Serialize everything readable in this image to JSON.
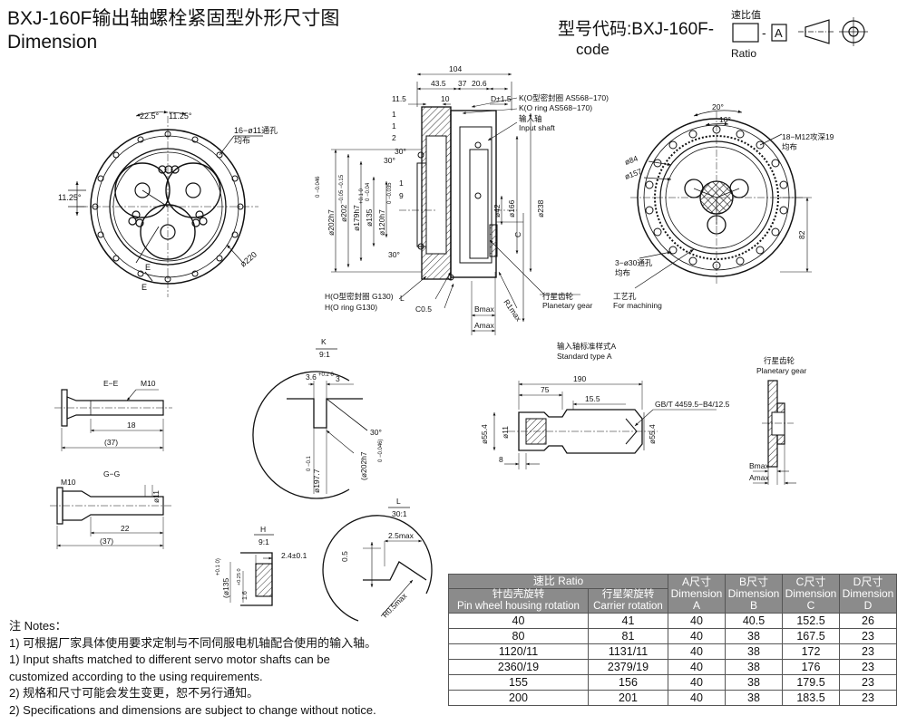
{
  "title": {
    "cn": "BXJ-160F输出轴螺栓紧固型外形尺寸图",
    "en": "Dimension"
  },
  "model_code": {
    "label": "型号代码:BXJ-160F-",
    "sub": "code",
    "ratio_cn": "速比值",
    "ratio_en": "Ratio",
    "box_letter": "A",
    "dash": "-"
  },
  "front_view": {
    "angle_1": "22.5°",
    "angle_2": "11.25°",
    "angle_3": "11.25°",
    "holes": "16−ø11通孔",
    "holes_2": "均布",
    "dia": "ø220",
    "section_e_top": "E",
    "section_e_bottom": "E"
  },
  "side_view": {
    "dims": [
      "104",
      "43.5",
      "37",
      "20.6",
      "11.5",
      "10",
      "D±1.5",
      "1",
      "1",
      "2",
      "30°",
      "30°",
      "30°",
      "1",
      "9"
    ],
    "o_ring_k_cn": "K(O型密封圈 AS568−170)",
    "o_ring_k_en": "K(O ring AS568−170)",
    "input_shaft_cn": "输入轴",
    "input_shaft_en": "Input shaft",
    "dias_left": [
      "ø202h7",
      "ø202",
      "ø179h7",
      "ø135",
      "ø120h7"
    ],
    "dias_right": [
      "ø42",
      "ø166",
      "ø238"
    ],
    "tol_1": "0 −0.046",
    "tol_2": "−0.05 −0.15",
    "tol_3": "0 −0.04",
    "tol_4": "+0.1 0",
    "tol_5": "0 −0.035",
    "letter_c": "C",
    "o_ring_h_cn": "H(O型密封圈 G130)",
    "o_ring_h_en": "H(O ring G130)",
    "letter_l": "L",
    "c05": "C0.5",
    "bmax": "Bmax",
    "r1max": "R1max",
    "amax": "Amax",
    "planetary_cn": "行星齿轮",
    "planetary_en": "Planetary gear"
  },
  "right_view": {
    "angle_1": "20°",
    "angle_2": "10°",
    "thread_cn": "18−M12攻深19",
    "thread_2": "均布",
    "dia_1": "ø84",
    "dia_2": "ø157",
    "dim_82": "82",
    "holes_cn": "3−ø30通孔",
    "holes_2": "均布",
    "machining_cn": "工艺孔",
    "machining_en": "For machining"
  },
  "detail_ee": {
    "label": "E−E",
    "thread": "M10",
    "len": "18",
    "total": "(37)"
  },
  "detail_gg": {
    "label": "G−G",
    "thread": "M10",
    "dia": "ø11",
    "len": "22",
    "total": "(37)"
  },
  "detail_k": {
    "label": "K",
    "scale": "9:1",
    "dim_36": "3.6",
    "tol_36": "+0.2 0",
    "dim_3": "3",
    "angle": "30°",
    "dia_1": "ø197.7",
    "tol_1": "0 −0.1",
    "dia_2": "(ø202h7",
    "tol_2": "0 −0.046)"
  },
  "detail_h": {
    "label": "H",
    "scale": "9:1",
    "dim": "2.4±0.1",
    "dia": "(ø135",
    "tol": "+0.1 0)",
    "small": "1.6",
    "small_tol": "+0.25 0"
  },
  "detail_l": {
    "label": "L",
    "scale": "30:1",
    "dim": "2.5max",
    "dim_05": "0.5",
    "radius": "R0.5max"
  },
  "input_shaft": {
    "title_cn": "输入轴标准样式A",
    "title_en": "Standard type A",
    "dim_190": "190",
    "dim_75": "75",
    "dim_155": "15.5",
    "dim_8": "8",
    "dia_1": "ø55.4",
    "dia_2": "ø11",
    "dia_3": "ø55.4",
    "gbt": "GB/T 4459.5−B4/12.5"
  },
  "planet_gear": {
    "title_cn": "行星齿轮",
    "title_en": "Planetary gear",
    "bmax": "Bmax",
    "amax": "Amax"
  },
  "notes": {
    "heading": "注 Notes：",
    "lines": [
      "1) 可根据厂家具体使用要求定制与不同伺服电机轴配合使用的输入轴。",
      "1) Input shafts matched to different  servo motor shafts can be",
      "customized according to the using requirements.",
      "2) 规格和尺寸可能会发生变更，恕不另行通知。",
      "2) Specifications and dimensions are subject to change without notice."
    ]
  },
  "table": {
    "ratio_header": "速比 Ratio",
    "pin_cn": "针齿壳旋转",
    "pin_en": "Pin wheel housing rotation",
    "carrier_cn": "行星架旋转",
    "carrier_en": "Carrier rotation",
    "col_a_cn": "A尺寸",
    "col_a_en": "Dimension",
    "col_a_letter": "A",
    "col_b_cn": "B尺寸",
    "col_b_en": "Dimension",
    "col_b_letter": "B",
    "col_c_cn": "C尺寸",
    "col_c_en": "Dimension",
    "col_c_letter": "C",
    "col_d_cn": "D尺寸",
    "col_d_en": "Dimension",
    "col_d_letter": "D",
    "rows": [
      [
        "40",
        "41",
        "40",
        "40.5",
        "152.5",
        "26"
      ],
      [
        "80",
        "81",
        "40",
        "38",
        "167.5",
        "23"
      ],
      [
        "1120/11",
        "1131/11",
        "40",
        "38",
        "172",
        "23"
      ],
      [
        "2360/19",
        "2379/19",
        "40",
        "38",
        "176",
        "23"
      ],
      [
        "155",
        "156",
        "40",
        "38",
        "179.5",
        "23"
      ],
      [
        "200",
        "201",
        "40",
        "38",
        "183.5",
        "23"
      ]
    ]
  }
}
